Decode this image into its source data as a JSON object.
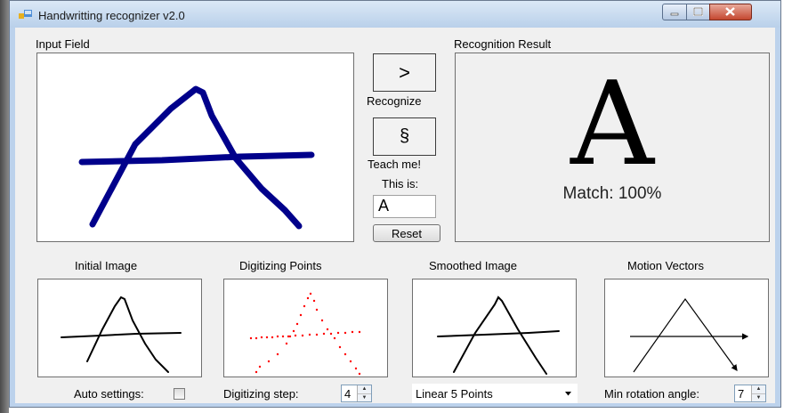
{
  "window": {
    "title": "Handwritting recognizer v2.0"
  },
  "input_panel": {
    "label": "Input Field"
  },
  "buttons": {
    "recognize_symbol": ">",
    "recognize_label": "Recognize",
    "teach_symbol": "§",
    "teach_label": "Teach me!",
    "this_is_label": "This is:",
    "this_is_value": "A",
    "reset_label": "Reset"
  },
  "result_panel": {
    "label": "Recognition Result",
    "letter": "A",
    "match_text": "Match: 100%"
  },
  "previews": [
    {
      "label": "Initial Image"
    },
    {
      "label": "Digitizing Points"
    },
    {
      "label": "Smoothed Image"
    },
    {
      "label": "Motion Vectors"
    }
  ],
  "settings": {
    "auto_label": "Auto settings:",
    "auto_checked": false,
    "step_label": "Digitizing step:",
    "step_value": "4",
    "smoothing_value": "Linear 5 Points",
    "rotation_label": "Min rotation angle:",
    "rotation_value": "7"
  },
  "colors": {
    "stroke": "#00008b",
    "points": "#ff0000",
    "dialog_bg": "#f0f0f0"
  }
}
